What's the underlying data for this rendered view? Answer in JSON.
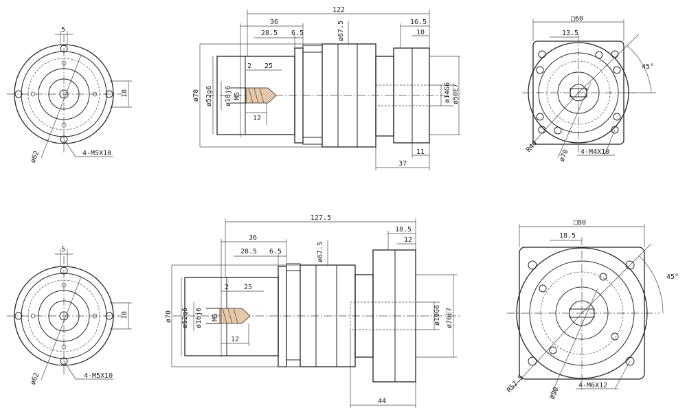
{
  "top_row": {
    "front_view": {
      "dim_5": "5",
      "dim_18": "18",
      "dim_dia": "ø62",
      "dim_holes": "4-M5X10"
    },
    "side_view": {
      "dim_122": "122",
      "dim_36": "36",
      "dim_28_5": "28.5",
      "dim_6_5": "6.5",
      "dim_67_5": "ø67.5",
      "dim_16_5": "16.5",
      "dim_10": "10",
      "dim_70": "ø70",
      "dim_52": "ø52g6",
      "dim_16": "ø16j6",
      "dim_m5": "M5",
      "dim_2": "2",
      "dim_25": "25",
      "dim_12": "12",
      "dim_14": "ø14G6",
      "dim_50": "ø50E7",
      "dim_11": "11",
      "dim_37": "37"
    },
    "output_view": {
      "dim_sq": "□60",
      "dim_13_5": "13.5",
      "dim_45": "45°",
      "dim_r40": "R40",
      "dim_dia": "ø70",
      "dim_holes": "4-M4X10"
    }
  },
  "bottom_row": {
    "front_view": {
      "dim_5": "5",
      "dim_18": "18",
      "dim_dia": "ø62",
      "dim_holes": "4-M5X10"
    },
    "side_view": {
      "dim_127_5": "127.5",
      "dim_36": "36",
      "dim_28_5": "28.5",
      "dim_6_5": "6.5",
      "dim_67_5": "ø67.5",
      "dim_18_5": "18.5",
      "dim_12": "12",
      "dim_70": "ø70",
      "dim_52": "ø52g6",
      "dim_16": "ø16j6",
      "dim_m5": "M5",
      "dim_2": "2",
      "dim_25": "25",
      "dim_12b": "12",
      "dim_19": "ø19G6",
      "dim_70e": "ø70E7",
      "dim_44": "44"
    },
    "output_view": {
      "dim_sq": "□80",
      "dim_18_5": "18.5",
      "dim_45": "45°",
      "dim_r52": "R52.5",
      "dim_dia": "ø90",
      "dim_holes": "4-M6X12"
    }
  }
}
